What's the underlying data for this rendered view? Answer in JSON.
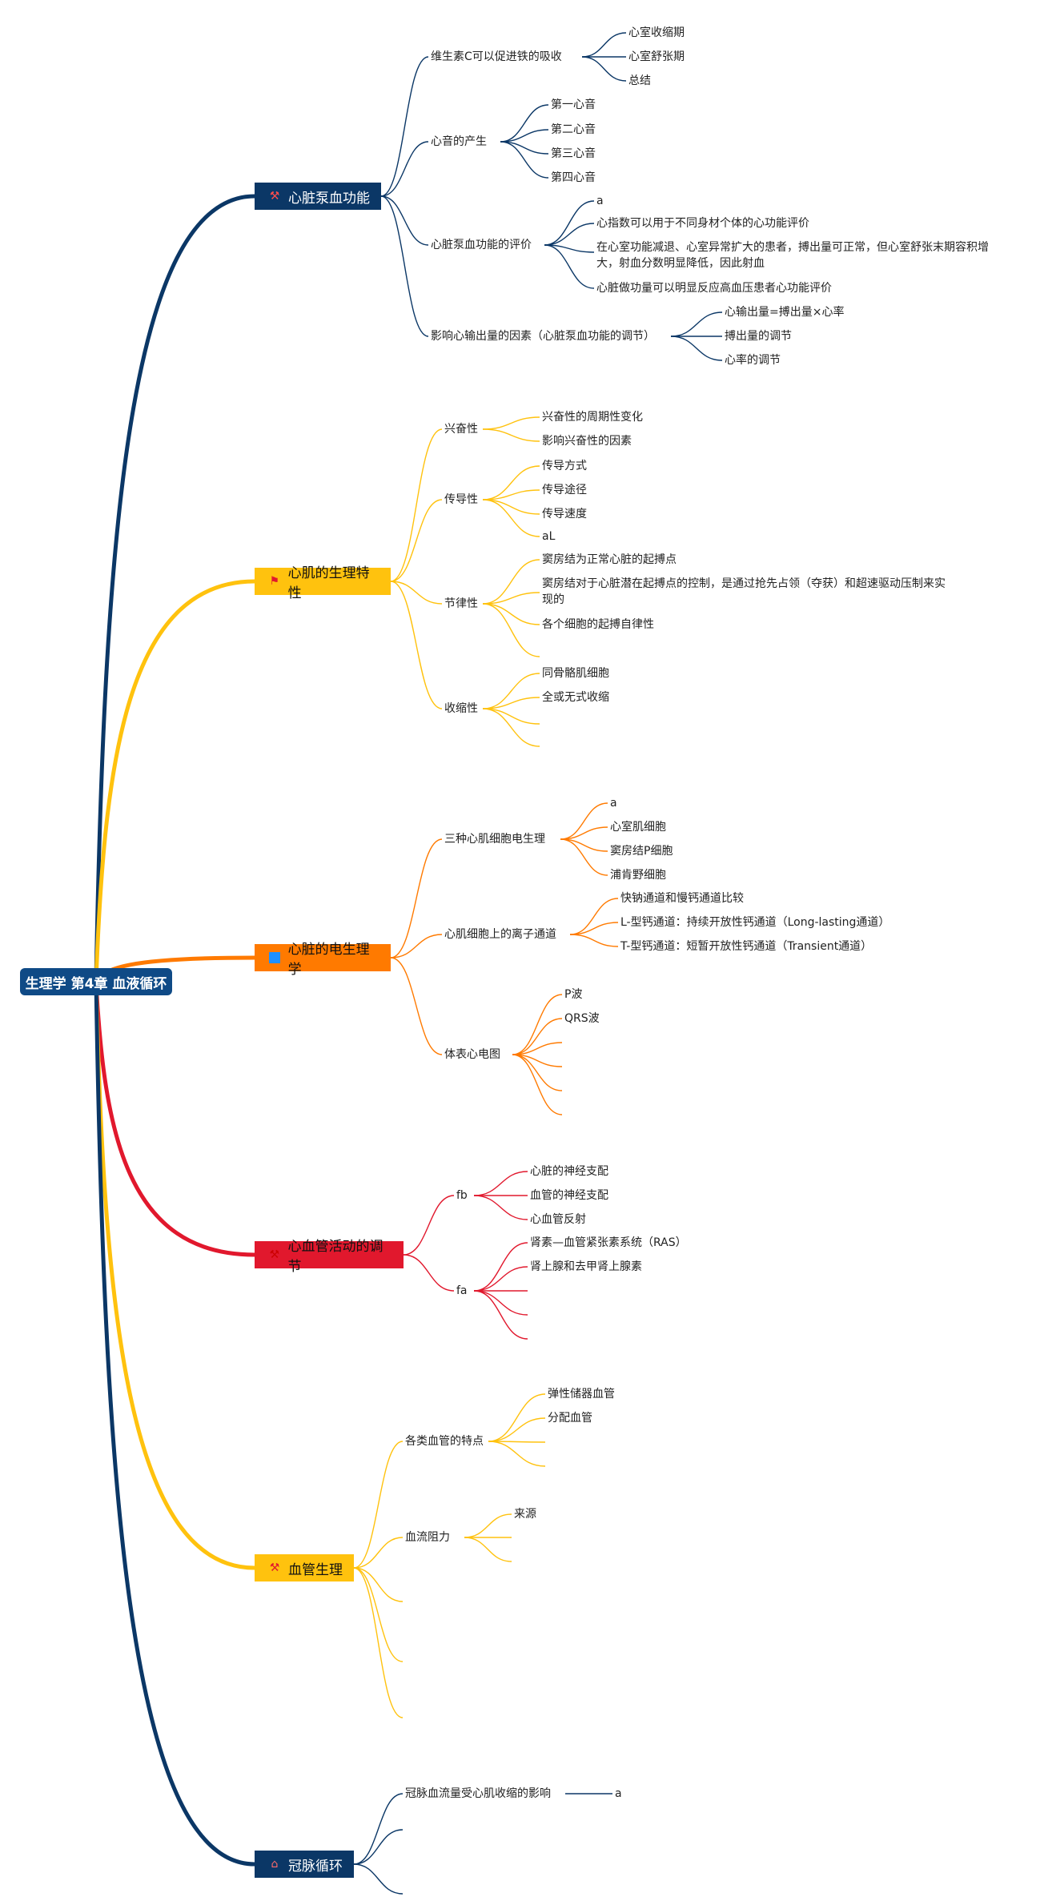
{
  "root": {
    "label": "生理学 第4章 血液循环"
  },
  "branches": {
    "b1": {
      "label": "心脏泵血功能",
      "icon": "hammer-icon",
      "color": "#0b3766",
      "l2": [
        "维生素C可以促进铁的吸收",
        "心音的产生",
        "心脏泵血功能的评价",
        "影响心输出量的因素（心脏泵血功能的调节）"
      ],
      "l3": [
        "心室收缩期",
        "心室舒张期",
        "总结",
        "第一心音",
        "第二心音",
        "第三心音",
        "第四心音",
        "a",
        "心指数可以用于不同身材个体的心功能评价",
        "在心室功能减退、心室异常扩大的患者，搏出量可正常，但心室舒张末期容积增大，射血分数明显降低，因此射血",
        "心脏做功量可以明显反应高血压患者心功能评价",
        "心输出量=搏出量×心率",
        "搏出量的调节",
        "心率的调节"
      ]
    },
    "b2": {
      "label": "心肌的生理特性",
      "icon": "flag-icon",
      "color": "#ffc20e",
      "l2": [
        "兴奋性",
        "传导性",
        "节律性",
        "收缩性"
      ],
      "l3": [
        "兴奋性的周期性变化",
        "影响兴奋性的因素",
        "传导方式",
        "传导途径",
        "传导速度",
        "aL",
        "窦房结为正常心脏的起搏点",
        "窦房结对于心脏潜在起搏点的控制，是通过抢先占领（夺获）和超速驱动压制来实现的",
        "各个细胞的起搏自律性",
        "同骨骼肌细胞",
        "全或无式收缩"
      ]
    },
    "b3": {
      "label": "心脏的电生理学",
      "icon": "square-icon",
      "color": "#ff7a00",
      "l2": [
        "三种心肌细胞电生理",
        "心肌细胞上的离子通道",
        "体表心电图"
      ],
      "l3": [
        "a",
        "心室肌细胞",
        "窦房结P细胞",
        "浦肯野细胞",
        "快钠通道和慢钙通道比较",
        "L-型钙通道：持续开放性钙通道（Long-lasting通道）",
        "T-型钙通道：短暂开放性钙通道（Transient通道）",
        "P波",
        "QRS波"
      ]
    },
    "b4": {
      "label": "心血管活动的调节",
      "icon": "hammer-icon",
      "color": "#e1182d",
      "l2": [
        "fb",
        "fa"
      ],
      "l3": [
        "心脏的神经支配",
        "血管的神经支配",
        "心血管反射",
        "肾素—血管紧张素系统（RAS）",
        "肾上腺和去甲肾上腺素"
      ]
    },
    "b5": {
      "label": "血管生理",
      "icon": "hammer-icon",
      "color": "#ffc20e",
      "l2": [
        "各类血管的特点",
        "血流阻力"
      ],
      "l3": [
        "弹性储器血管",
        "分配血管",
        "来源"
      ]
    },
    "b6": {
      "label": "冠脉循环",
      "icon": "home-icon",
      "color": "#0b3766",
      "l2": [
        "冠脉血流量受心肌收缩的影响"
      ],
      "l3": [
        "a"
      ]
    }
  }
}
